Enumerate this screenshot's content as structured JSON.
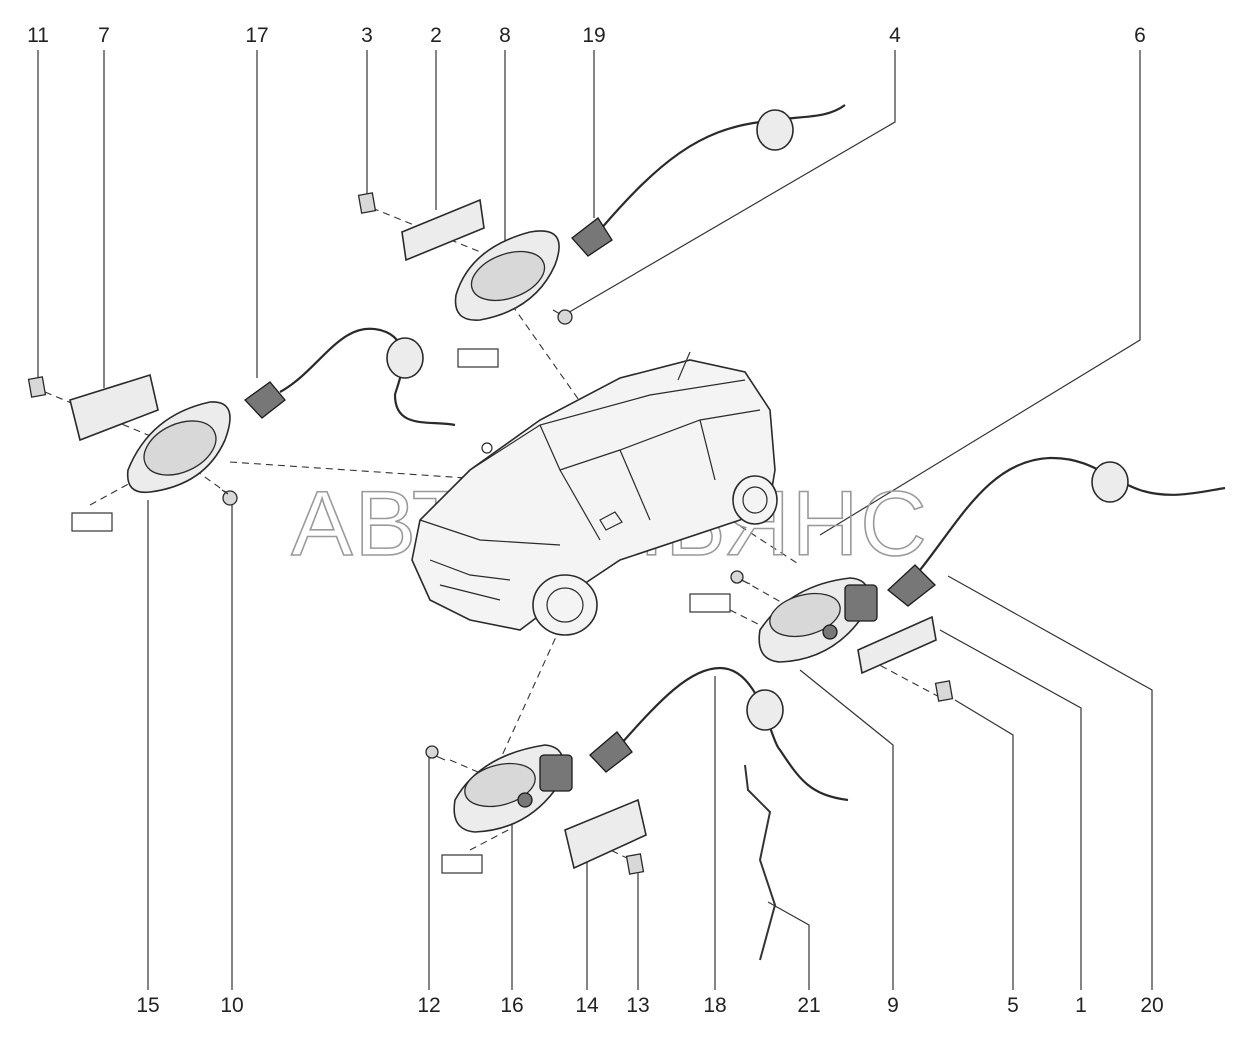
{
  "callouts": {
    "top": [
      "11",
      "7",
      "17",
      "3",
      "2",
      "8",
      "19",
      "4",
      "6"
    ],
    "bottom": [
      "15",
      "10",
      "12",
      "16",
      "14",
      "13",
      "18",
      "21",
      "9",
      "5",
      "1",
      "20"
    ]
  },
  "watermark": "АВТОАЛЬЯНС"
}
